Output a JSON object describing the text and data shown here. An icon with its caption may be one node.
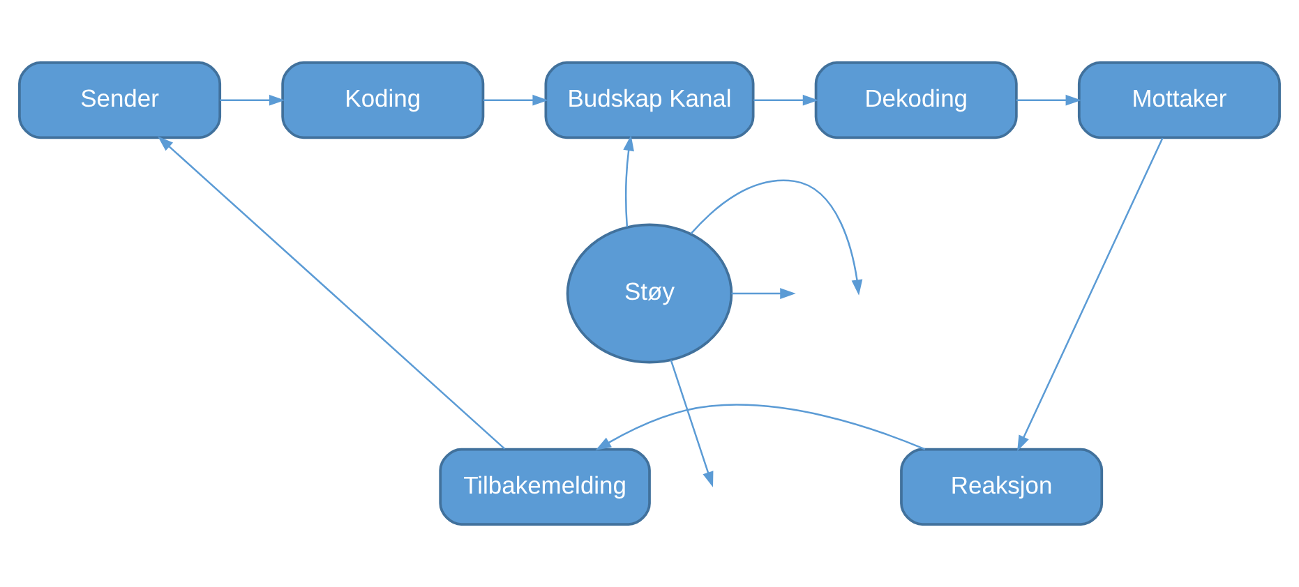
{
  "diagram": {
    "nodes": [
      {
        "text": [
          "Sender"
        ]
      },
      {
        "text": [
          "Koding"
        ]
      },
      {
        "text": [
          "Budskap Kanal"
        ]
      },
      {
        "text": [
          "Dekoding"
        ]
      },
      {
        "text": [
          "Mottaker"
        ]
      },
      {
        "text": [
          "Støy"
        ]
      },
      {
        "text": [
          "Reaksjon"
        ]
      },
      {
        "text": [
          "Tilbakemelding"
        ]
      }
    ],
    "edges": [
      {
        "from": 0,
        "to": 1,
        "arrow": "to"
      },
      {
        "from": 1,
        "to": 2,
        "arrow": "to"
      },
      {
        "from": 2,
        "to": 3,
        "arrow": "to"
      },
      {
        "from": 3,
        "to": 4,
        "arrow": "to"
      },
      {
        "from": 4,
        "to": 6,
        "arrow": "to"
      },
      {
        "from": 6,
        "to": 7,
        "arrow": "to"
      },
      {
        "from": 7,
        "to": 0,
        "arrow": "to"
      },
      {
        "from": 5,
        "to": 2,
        "arrow": "to"
      },
      {
        "from": 5,
        "to": null,
        "arrow": "to"
      },
      {
        "from": 5,
        "to": null,
        "arrow": "to"
      },
      {
        "from": 5,
        "to": null,
        "arrow": "to"
      }
    ]
  }
}
